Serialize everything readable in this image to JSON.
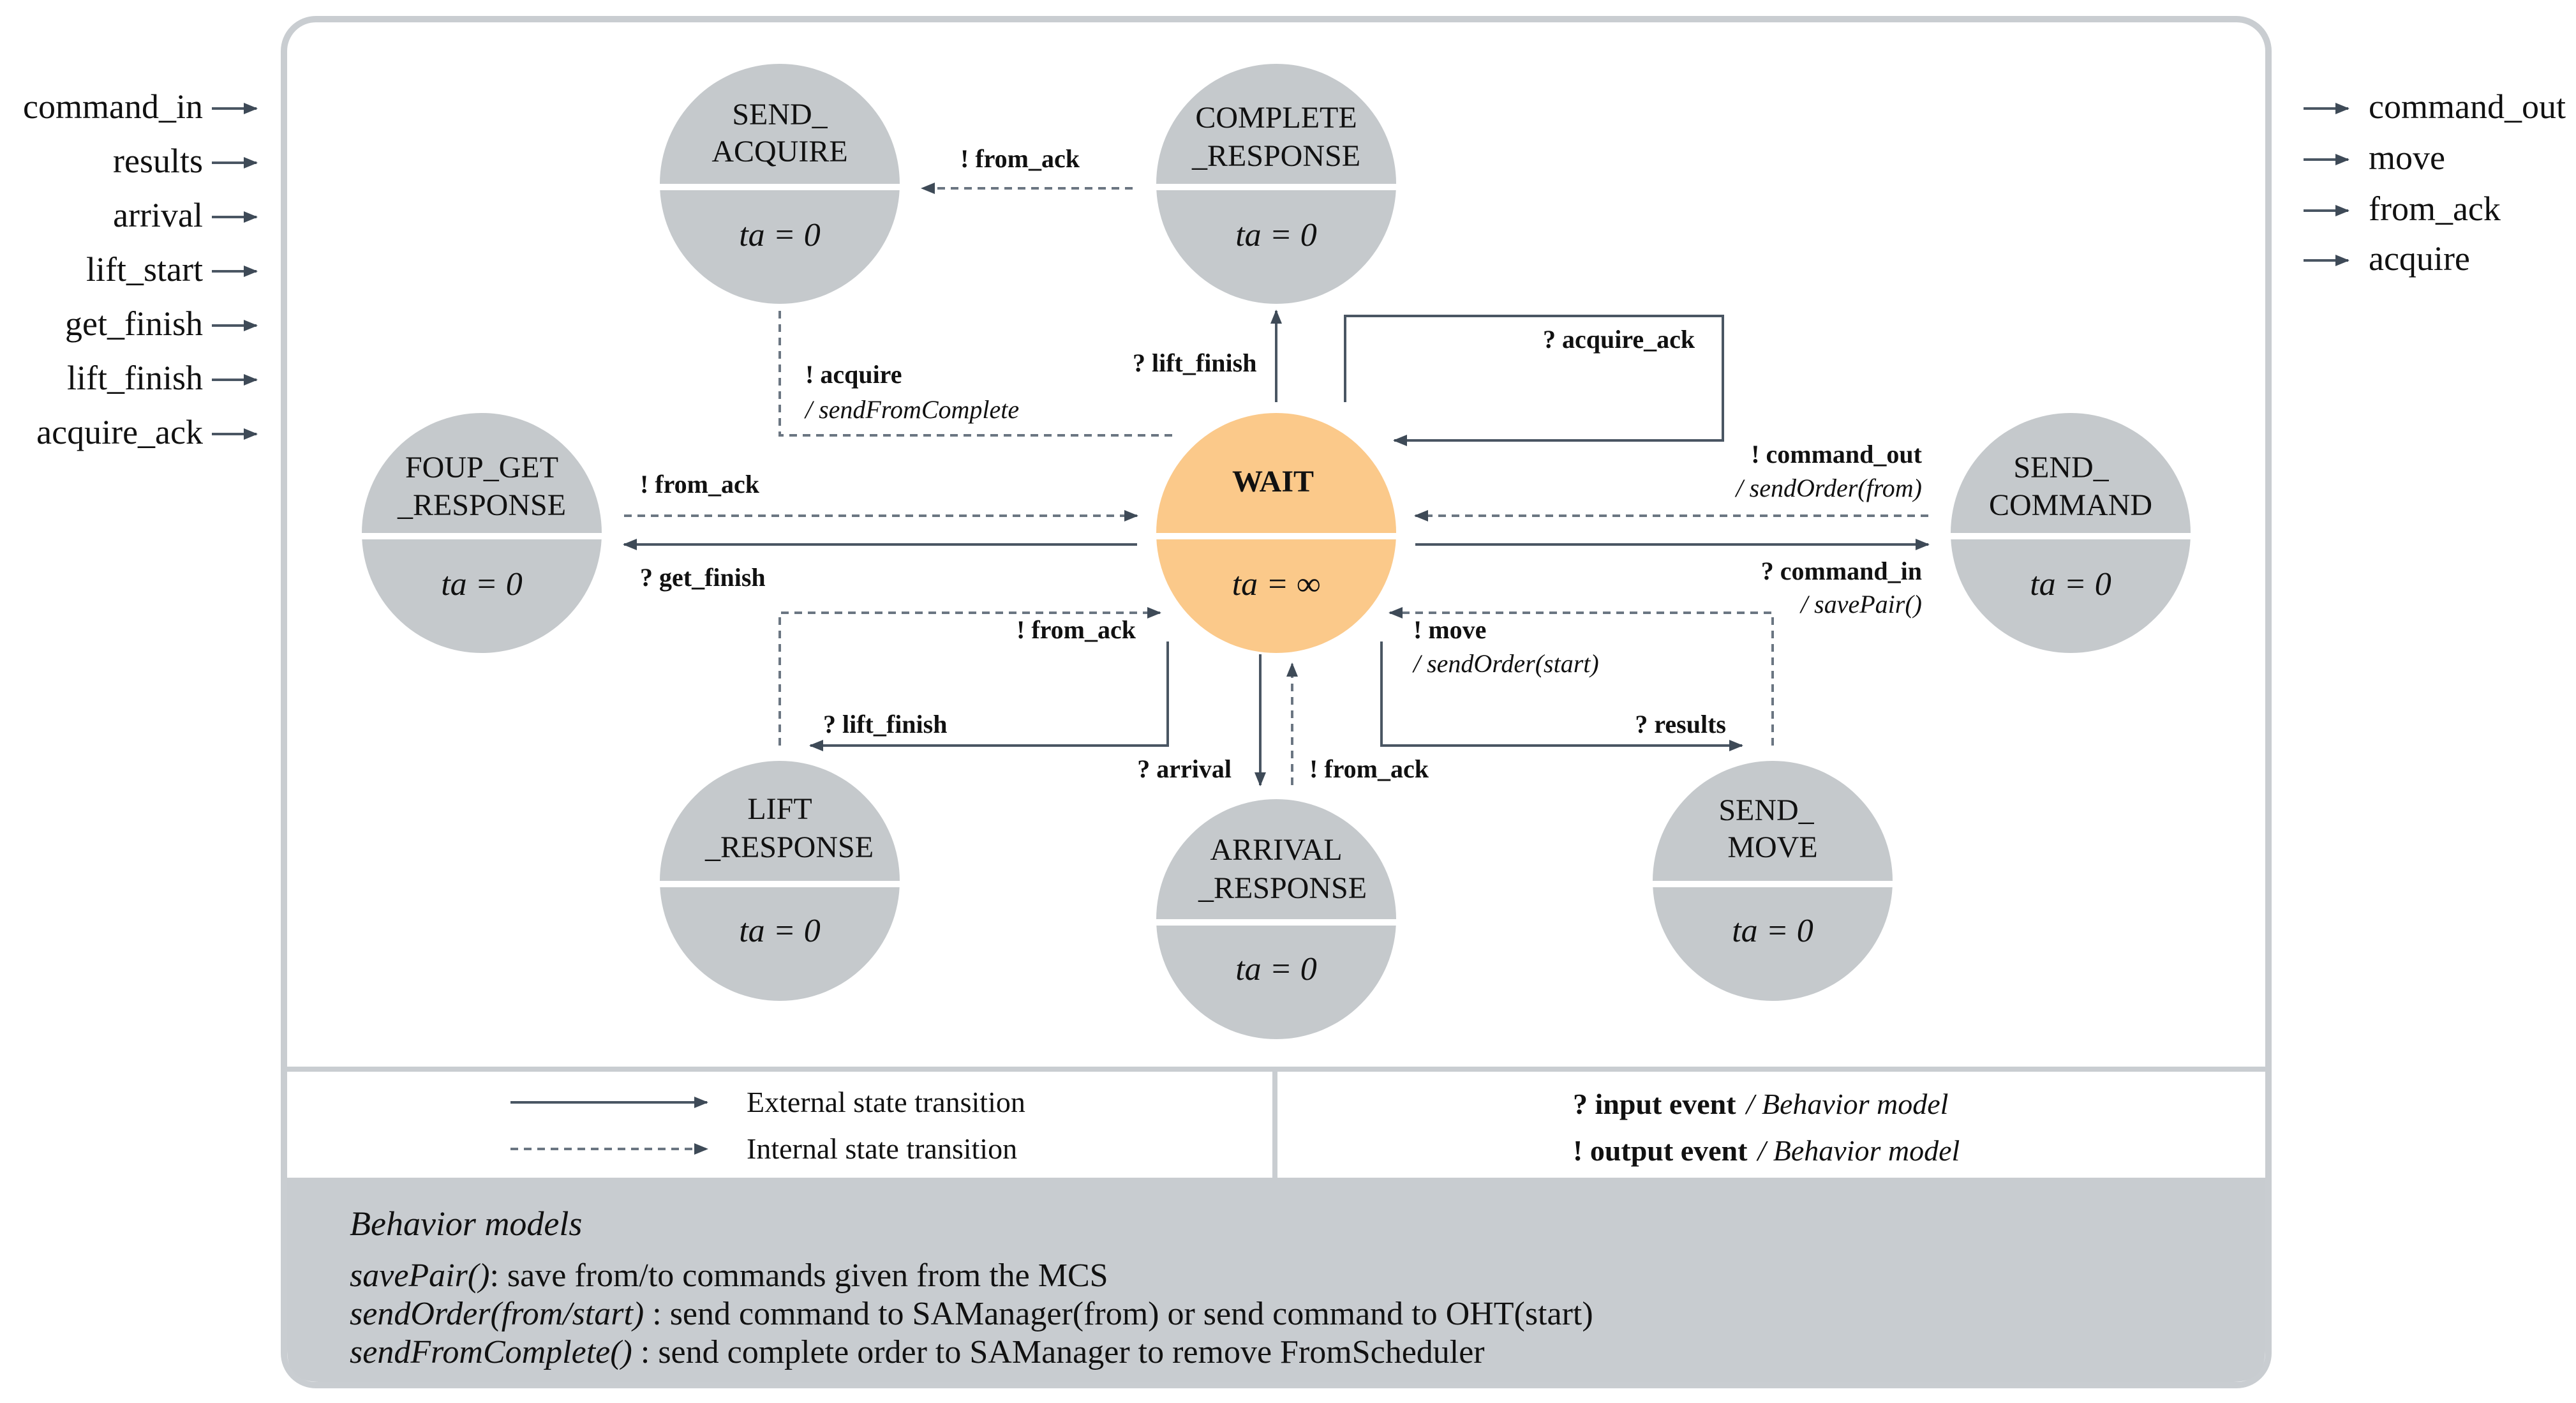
{
  "inputs": [
    "command_in",
    "results",
    "arrival",
    "lift_start",
    "get_finish",
    "lift_finish",
    "acquire_ack"
  ],
  "outputs": [
    "command_out",
    "move",
    "from_ack",
    "acquire"
  ],
  "states": {
    "wait": {
      "name_lines": [
        "WAIT"
      ],
      "ta": "ta = ∞"
    },
    "send_acquire": {
      "name_lines": [
        "SEND_",
        "ACQUIRE"
      ],
      "ta": "ta = 0"
    },
    "complete_response": {
      "name_lines": [
        "COMPLETE",
        "_RESPONSE"
      ],
      "ta": "ta = 0"
    },
    "foup_get_response": {
      "name_lines": [
        "FOUP_GET",
        "_RESPONSE"
      ],
      "ta": "ta = 0"
    },
    "send_command": {
      "name_lines": [
        "SEND_",
        "COMMAND"
      ],
      "ta": "ta = 0"
    },
    "lift_response": {
      "name_lines": [
        "LIFT",
        "_RESPONSE"
      ],
      "ta": "ta = 0"
    },
    "arrival_response": {
      "name_lines": [
        "ARRIVAL",
        "_RESPONSE"
      ],
      "ta": "ta = 0"
    },
    "send_move": {
      "name_lines": [
        "SEND_",
        "MOVE"
      ],
      "ta": "ta = 0"
    }
  },
  "transitions": {
    "complete_to_send_acquire": "! from_ack",
    "send_acquire_to_wait": "! acquire",
    "send_acquire_to_wait_action": "/ sendFromComplete",
    "wait_to_complete": "? lift_finish",
    "acquire_ack_loop": "? acquire_ack",
    "send_command_to_wait": "! command_out",
    "send_command_to_wait_action": "/ sendOrder(from)",
    "wait_to_send_command": "? command_in",
    "wait_to_send_command_action": "/ savePair()",
    "foup_to_wait": "! from_ack",
    "wait_to_foup": "? get_finish",
    "lift_to_wait": "! from_ack",
    "wait_to_lift": "? lift_finish",
    "wait_to_arrival": "? arrival",
    "arrival_to_wait": "! from_ack",
    "send_move_to_wait": "! move",
    "send_move_to_wait_action": "/ sendOrder(start)",
    "wait_to_send_move": "? results"
  },
  "legend": {
    "external": "External state transition",
    "internal": "Internal state transition",
    "input_event_prefix": "? input event",
    "input_event_suffix": "/ Behavior model",
    "output_event_prefix": "! output event",
    "output_event_suffix": "/ Behavior model"
  },
  "behavior": {
    "title": "Behavior models",
    "lines": [
      {
        "fn": "savePair()",
        "desc": ": save from/to commands given from the MCS"
      },
      {
        "fn": "sendOrder(from/start)",
        "desc": " : send command to SAManager(from) or send command to OHT(start)"
      },
      {
        "fn": "sendFromComplete()",
        "desc": " : send complete order to SAManager to remove FromScheduler"
      }
    ]
  },
  "colors": {
    "state_fill": "#c5c9cc",
    "wait_fill": "#fbc98a",
    "frame_stroke": "#c9cdd1",
    "panel_fill": "#c8ccd0",
    "line_color": "#4a5663"
  }
}
